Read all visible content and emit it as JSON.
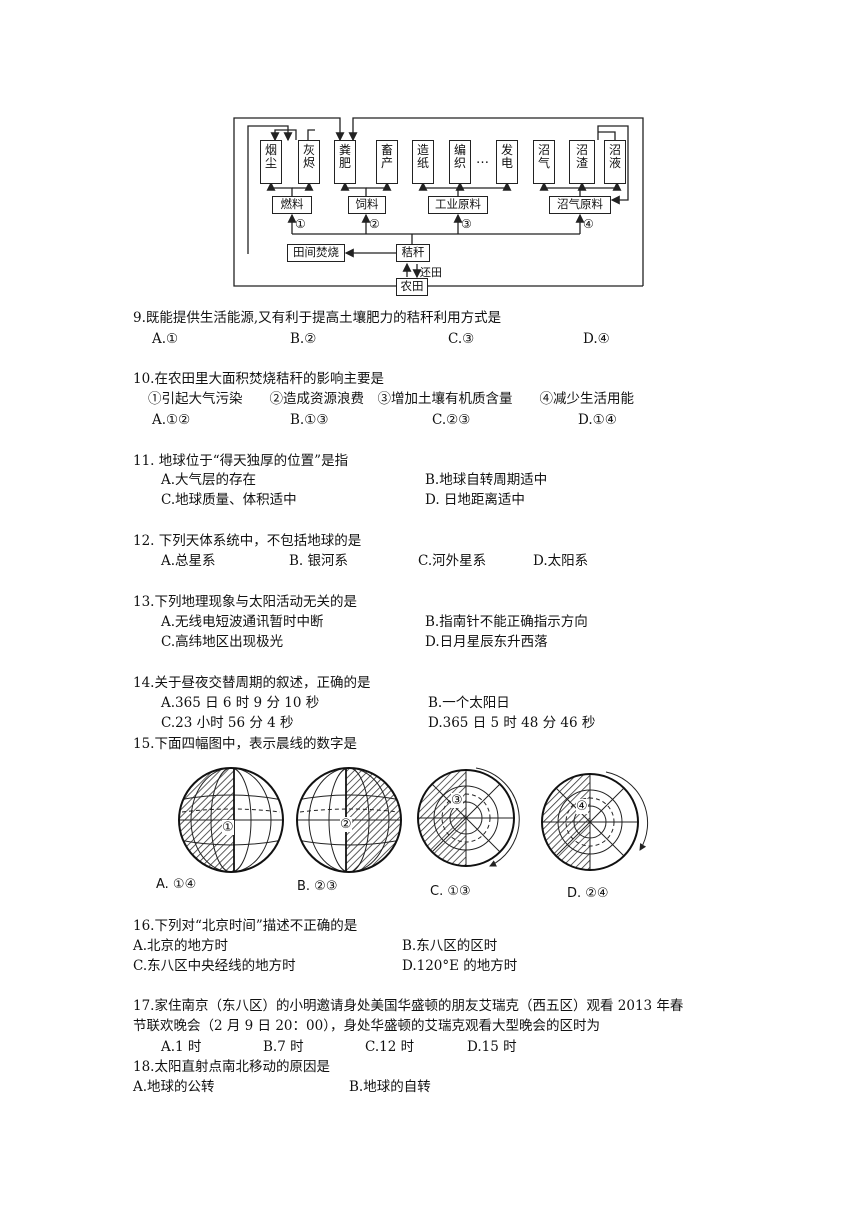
{
  "diagram": {
    "top_boxes": [
      {
        "l1": "烟",
        "l2": "尘"
      },
      {
        "l1": "灰",
        "l2": "烬"
      },
      {
        "l1": "粪",
        "l2": "肥"
      },
      {
        "l1": "畜",
        "l2": "产"
      },
      {
        "l1": "造",
        "l2": "纸"
      },
      {
        "l1": "编",
        "l2": "织"
      },
      {
        "l1": "发",
        "l2": "电"
      },
      {
        "l1": "沼",
        "l2": "气"
      },
      {
        "l1": "沼",
        "l2": "渣"
      },
      {
        "l1": "沼",
        "l2": "液"
      }
    ],
    "ellipsis": "…",
    "mid_boxes": [
      "燃料",
      "饲料",
      "工业原料",
      "沼气原料"
    ],
    "circled": [
      "①",
      "②",
      "③",
      "④"
    ],
    "field_burning": "田间焚烧",
    "straw": "秸秆",
    "return_field": "还田",
    "farmland": "农田"
  },
  "questions": {
    "q9": {
      "stem": "9.既能提供生活能源,又有利于提高土壤肥力的秸秆利用方式是",
      "a": "A.①",
      "b": "B.②",
      "c": "C.③",
      "d": "D.④"
    },
    "q10": {
      "stem": "10.在农田里大面积焚烧秸秆的影响主要是",
      "items": "①引起大气污染　　②造成资源浪费　③增加土壤有机质含量　　④减少生活用能",
      "a": "A.①②",
      "b": "B.①③",
      "c": "C.②③",
      "d": "D.①④"
    },
    "q11": {
      "stem": "11.  地球位于“得天独厚的位置”是指",
      "a": "A.大气层的存在",
      "b": "B.地球自转周期适中",
      "c": "C.地球质量、体积适中",
      "d": "D.  日地距离适中"
    },
    "q12": {
      "stem": "12.  下列天体系统中，不包括地球的是",
      "a": "A.总星系",
      "b": "B.  银河系",
      "c": "C.河外星系",
      "d": "D.太阳系"
    },
    "q13": {
      "stem": "13.下列地理现象与太阳活动无关的是",
      "a": "A.无线电短波通讯暂时中断",
      "b": "B.指南针不能正确指示方向",
      "c": "C.高纬地区出现极光",
      "d": "D.日月星辰东升西落"
    },
    "q14": {
      "stem": "14.关于昼夜交替周期的叙述，正确的是",
      "a": "A.365 日 6 时 9 分 10 秒",
      "b": "B.一个太阳日",
      "c": "C.23 小时 56 分 4 秒",
      "d": "D.365 日 5 时 48 分 46 秒"
    },
    "q15": {
      "stem": "15.下面四幅图中，表示晨线的数字是",
      "a": "A.  ①④",
      "b": "B.  ②③",
      "c": "C.  ①③",
      "d": "D.  ②④",
      "g1": "①",
      "g2": "②",
      "g3": "③",
      "g4": "④"
    },
    "q16": {
      "stem": "16.下列对“北京时间”描述不正确的是",
      "a": "A.北京的地方时",
      "b": "B.东八区的区时",
      "c": "C.东八区中央经线的地方时",
      "d": "D.120°E 的地方时"
    },
    "q17": {
      "line1": "17.家住南京（东八区）的小明邀请身处美国华盛顿的朋友艾瑞克（西五区）观看 2013 年春",
      "line2": "节联欢晚会（2 月 9 日 20：00），身处华盛顿的艾瑞克观看大型晚会的区时为",
      "a": "A.1 时",
      "b": "B.7 时",
      "c": "C.12 时",
      "d": "D.15 时"
    },
    "q18": {
      "stem": "18.太阳直射点南北移动的原因是",
      "a": "A.地球的公转",
      "b": "B.地球的自转"
    }
  }
}
